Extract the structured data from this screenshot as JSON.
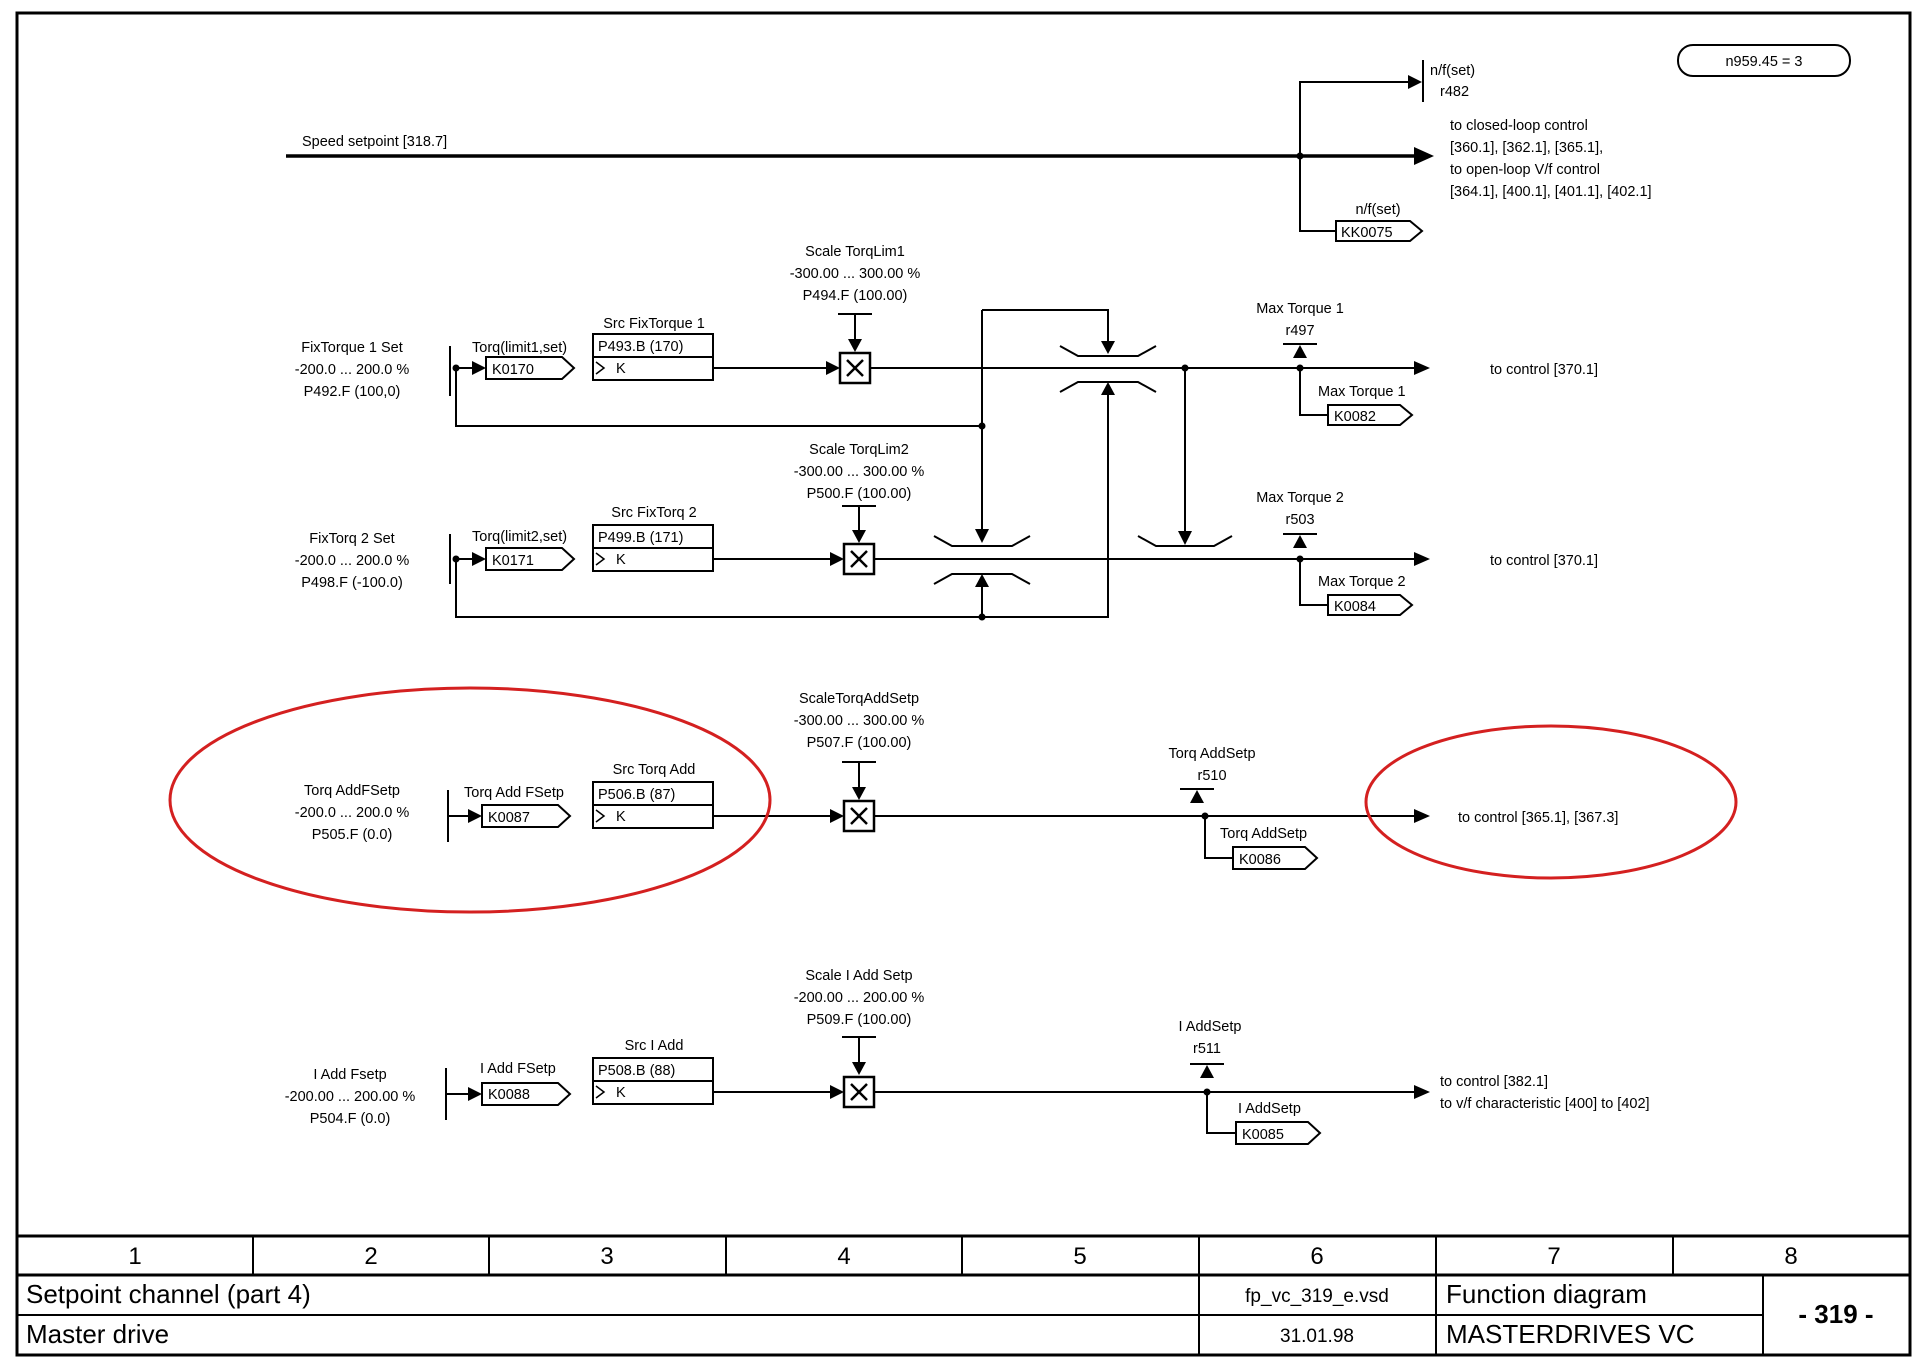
{
  "badge": "n959.45 = 3",
  "speed": {
    "label": "Speed setpoint [318.7]",
    "nf_name": "n/f(set)",
    "nf_param": "r482",
    "dest1": "to closed-loop control",
    "dest2": "[360.1], [362.1], [365.1],",
    "dest3": "to open-loop V/f control",
    "dest4": "[364.1], [400.1], [401.1], [402.1]",
    "out_name": "n/f(set)",
    "out_conn": "KK0075"
  },
  "channels": [
    {
      "in1": "FixTorque 1 Set",
      "in2": "-200.0 ... 200.0 %",
      "in3": "P492.F (100,0)",
      "conn_label": "Torq(limit1,set)",
      "conn": "K0170",
      "src_label": "Src FixTorque 1",
      "src_param": "P493.B (170)",
      "src_k": "K",
      "scale1": "Scale TorqLim1",
      "scale2": "-300.00 ... 300.00 %",
      "scale3": "P494.F (100.00)",
      "disp_name": "Max Torque 1",
      "disp_param": "r497",
      "out_name": "Max Torque 1",
      "out_conn": "K0082",
      "dest": "to control [370.1]"
    },
    {
      "in1": "FixTorq 2 Set",
      "in2": "-200.0 ... 200.0 %",
      "in3": "P498.F (-100.0)",
      "conn_label": "Torq(limit2,set)",
      "conn": "K0171",
      "src_label": "Src FixTorq 2",
      "src_param": "P499.B (171)",
      "src_k": "K",
      "scale1": "Scale TorqLim2",
      "scale2": "-300.00 ... 300.00 %",
      "scale3": "P500.F (100.00)",
      "disp_name": "Max Torque 2",
      "disp_param": "r503",
      "out_name": "Max Torque 2",
      "out_conn": "K0084",
      "dest": "to control [370.1]"
    },
    {
      "in1": "Torq AddFSetp",
      "in2": "-200.0 ... 200.0 %",
      "in3": "P505.F (0.0)",
      "conn_label": "Torq Add FSetp",
      "conn": "K0087",
      "src_label": "Src Torq Add",
      "src_param": "P506.B (87)",
      "src_k": "K",
      "scale1": "ScaleTorqAddSetp",
      "scale2": "-300.00 ... 300.00 %",
      "scale3": "P507.F (100.00)",
      "disp_name": "Torq AddSetp",
      "disp_param": "r510",
      "out_name": "Torq AddSetp",
      "out_conn": "K0086",
      "dest": "to control [365.1], [367.3]"
    },
    {
      "in1": "I Add Fsetp",
      "in2": "-200.00 ... 200.00 %",
      "in3": "P504.F (0.0)",
      "conn_label": "I Add FSetp",
      "conn": "K0088",
      "src_label": "Src I Add",
      "src_param": "P508.B (88)",
      "src_k": "K",
      "scale1": "Scale I Add Setp",
      "scale2": "-200.00 ... 200.00 %",
      "scale3": "P509.F (100.00)",
      "disp_name": "I AddSetp",
      "disp_param": "r511",
      "out_name": "I AddSetp",
      "out_conn": "K0085",
      "dest": "to control [382.1]",
      "dest2": "to v/f characteristic [400] to [402]"
    }
  ],
  "footer": {
    "columns": [
      "1",
      "2",
      "3",
      "4",
      "5",
      "6",
      "7",
      "8"
    ],
    "title": "Setpoint channel (part 4)",
    "subtitle": "Master drive",
    "file": "fp_vc_319_e.vsd",
    "date": "31.01.98",
    "type": "Function diagram",
    "product": "MASTERDRIVES VC",
    "page": "- 319 -"
  },
  "colors": {
    "line": "#000000",
    "highlight": "#d42020",
    "background": "#ffffff"
  }
}
